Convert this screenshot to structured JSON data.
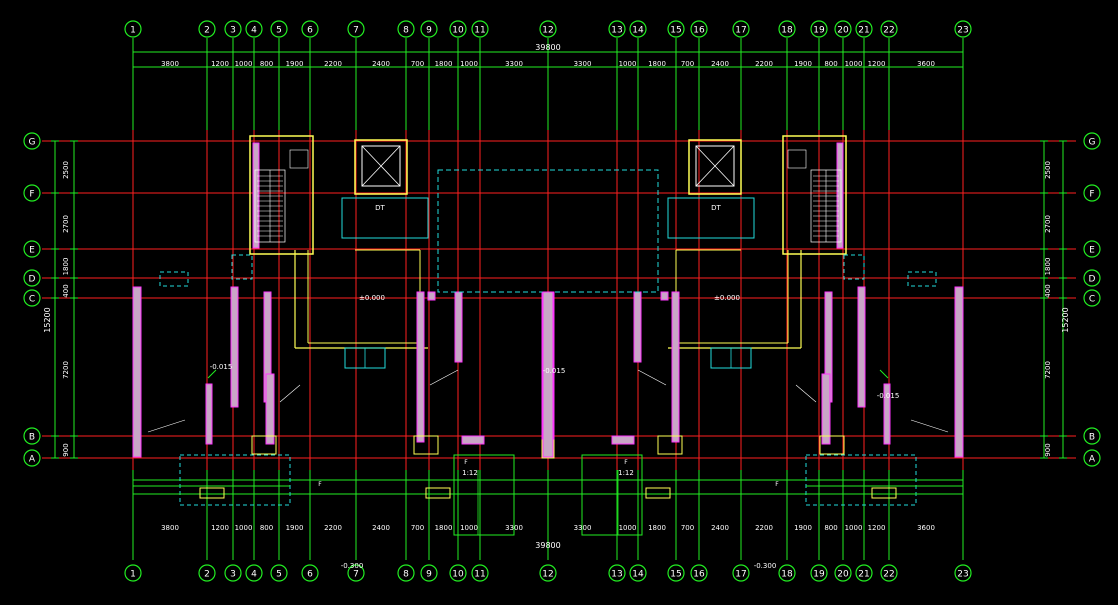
{
  "axes": {
    "columns": [
      "1",
      "2",
      "3",
      "4",
      "5",
      "6",
      "7",
      "8",
      "9",
      "10",
      "11",
      "12",
      "13",
      "14",
      "15",
      "16",
      "17",
      "18",
      "19",
      "20",
      "21",
      "22",
      "23"
    ],
    "rows": [
      "G",
      "F",
      "E",
      "D",
      "C",
      "B",
      "A"
    ]
  },
  "dimensions": {
    "overall": "39800",
    "top_spans": [
      "3800",
      "1200",
      "1000",
      "800",
      "1900",
      "2200",
      "2400",
      "700",
      "1800",
      "1000",
      "3300",
      "3300",
      "1000",
      "1800",
      "700",
      "2400",
      "2200",
      "1900",
      "800",
      "1000",
      "1200",
      "3600"
    ],
    "bottom_spans": [
      "3800",
      "1200",
      "1000",
      "800",
      "1900",
      "2200",
      "2400",
      "700",
      "1800",
      "1000",
      "3300",
      "3300",
      "1000",
      "1800",
      "700",
      "2400",
      "2200",
      "1900",
      "800",
      "1000",
      "1200",
      "3600"
    ],
    "vertical": [
      "2500",
      "2700",
      "1800",
      "400",
      "7200",
      "900"
    ],
    "vertical_total": "15200"
  },
  "labels": {
    "elevation_main_left": "±0.000",
    "elevation_main_right": "±0.000",
    "elevation_balcony_left": "-0.015",
    "elevation_balcony_center": "-0.015",
    "elevation_balcony_right": "-0.015",
    "elevation_bottom_left": "-0.300",
    "elevation_bottom_right": "-0.300",
    "elevator_left": "DT",
    "elevator_right": "DT",
    "ramp_left": "1:12",
    "ramp_right": "1:12",
    "slope_marks": [
      "F",
      "F",
      "F",
      "F"
    ]
  },
  "colors": {
    "background": "#000000",
    "axis_grid": "#ff2020",
    "dimension": "#22ee22",
    "wall": "#ff33ff",
    "wall_fill": "#c9a6c6",
    "outline": "#ffff55",
    "cyan": "#22dddd",
    "magenta": "#ff00ff",
    "white": "#ffffff"
  }
}
